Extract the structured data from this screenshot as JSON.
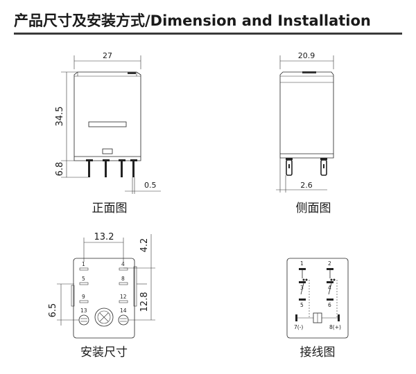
{
  "header": {
    "title": "产品尺寸及安装方式/Dimension and  Installation"
  },
  "front_view": {
    "caption": "正面图",
    "width": "27",
    "height": "34.5",
    "pin_length": "6.8",
    "pin_thickness": "0.5"
  },
  "side_view": {
    "caption": "侧面图",
    "width": "20.9",
    "pin_offset": "2.6"
  },
  "mounting": {
    "caption": "安装尺寸",
    "hole_spacing_h": "13.2",
    "offset_top": "4.2",
    "hole_spacing_v": "12.8",
    "offset_left": "6.5",
    "pins": [
      "1",
      "4",
      "5",
      "8",
      "9",
      "12",
      "13",
      "14"
    ]
  },
  "wiring": {
    "caption": "接线图",
    "pins": [
      "1",
      "2",
      "3",
      "4",
      "5",
      "6",
      "7(-)",
      "8(+)"
    ]
  }
}
